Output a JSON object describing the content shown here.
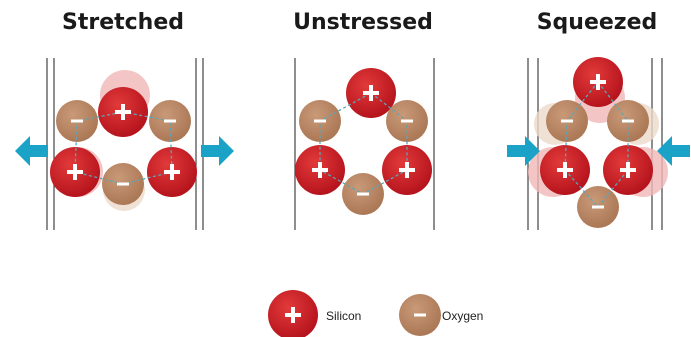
{
  "panels": {
    "stretched": {
      "title": "Stretched"
    },
    "unstressed": {
      "title": "Unstressed"
    },
    "squeezed": {
      "title": "Squeezed"
    }
  },
  "legend": {
    "silicon": {
      "label": "Silicon",
      "symbol": "+"
    },
    "oxygen": {
      "label": "Oxygen",
      "symbol": "−"
    }
  },
  "colors": {
    "silicon": "#c41420",
    "silicon_ghost": "#f0b8b6",
    "oxygen": "#b58363",
    "oxygen_ghost": "#ecd9cb",
    "arrow": "#1aa3c6",
    "bond": "#5aa6b8",
    "wall": "#444444"
  },
  "arrows": {
    "stretched": "outward",
    "squeezed": "inward"
  }
}
